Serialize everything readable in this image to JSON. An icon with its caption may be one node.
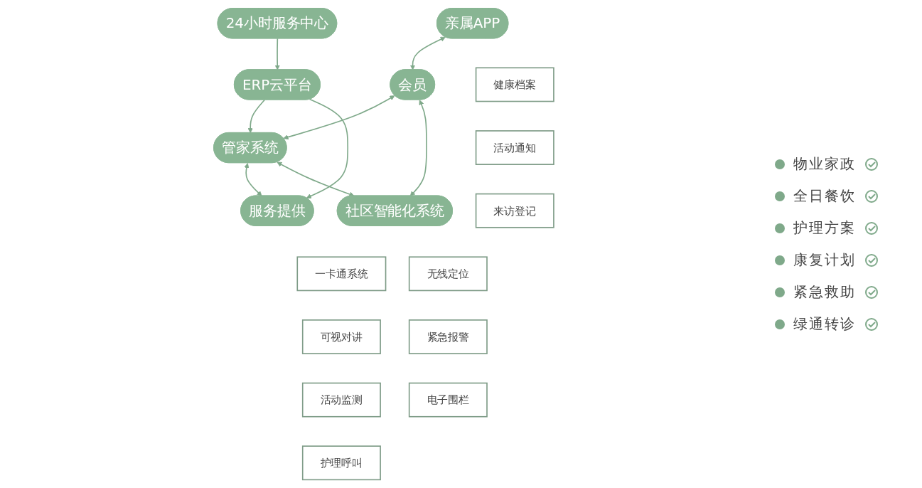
{
  "diagram": {
    "nodes": [
      {
        "text": [
          "24小时服务中心"
        ]
      },
      {
        "text": [
          "ERP云平台"
        ]
      },
      {
        "text": [
          "亲属APP"
        ]
      },
      {
        "text": [
          "会员"
        ]
      },
      {
        "text": [
          "管家系统"
        ]
      },
      {
        "text": [
          "服务提供"
        ]
      },
      {
        "text": [
          "健康档案"
        ]
      },
      {
        "text": [
          "活动通知"
        ]
      },
      {
        "text": [
          "来访登记"
        ]
      },
      {
        "text": [
          "社区智能化系统"
        ]
      },
      {
        "text": [
          "一卡通系统"
        ]
      },
      {
        "text": [
          "无线定位"
        ]
      },
      {
        "text": [
          "可视对讲"
        ]
      },
      {
        "text": [
          "紧急报警"
        ]
      },
      {
        "text": [
          "活动监测"
        ]
      },
      {
        "text": [
          "电子围栏"
        ]
      },
      {
        "text": [
          "护理呼叫"
        ]
      }
    ],
    "edges": [
      {
        "from": 0,
        "to": 1,
        "arrow": "to"
      },
      {
        "from": 1,
        "to": 4,
        "arrow": "to"
      },
      {
        "from": 1,
        "to": 5,
        "arrow": "to"
      },
      {
        "from": 2,
        "to": 3,
        "arrow": "both"
      },
      {
        "from": 3,
        "to": 4,
        "arrow": "both"
      },
      {
        "from": 4,
        "to": 5,
        "arrow": "both"
      },
      {
        "from": 3,
        "to": 9,
        "arrow": "both"
      },
      {
        "from": 4,
        "to": 9,
        "arrow": "both"
      }
    ],
    "labels": [
      "物业家政",
      "全日餐饮",
      "护理方案",
      "康复计划",
      "紧急救助",
      "绿通转诊"
    ]
  }
}
